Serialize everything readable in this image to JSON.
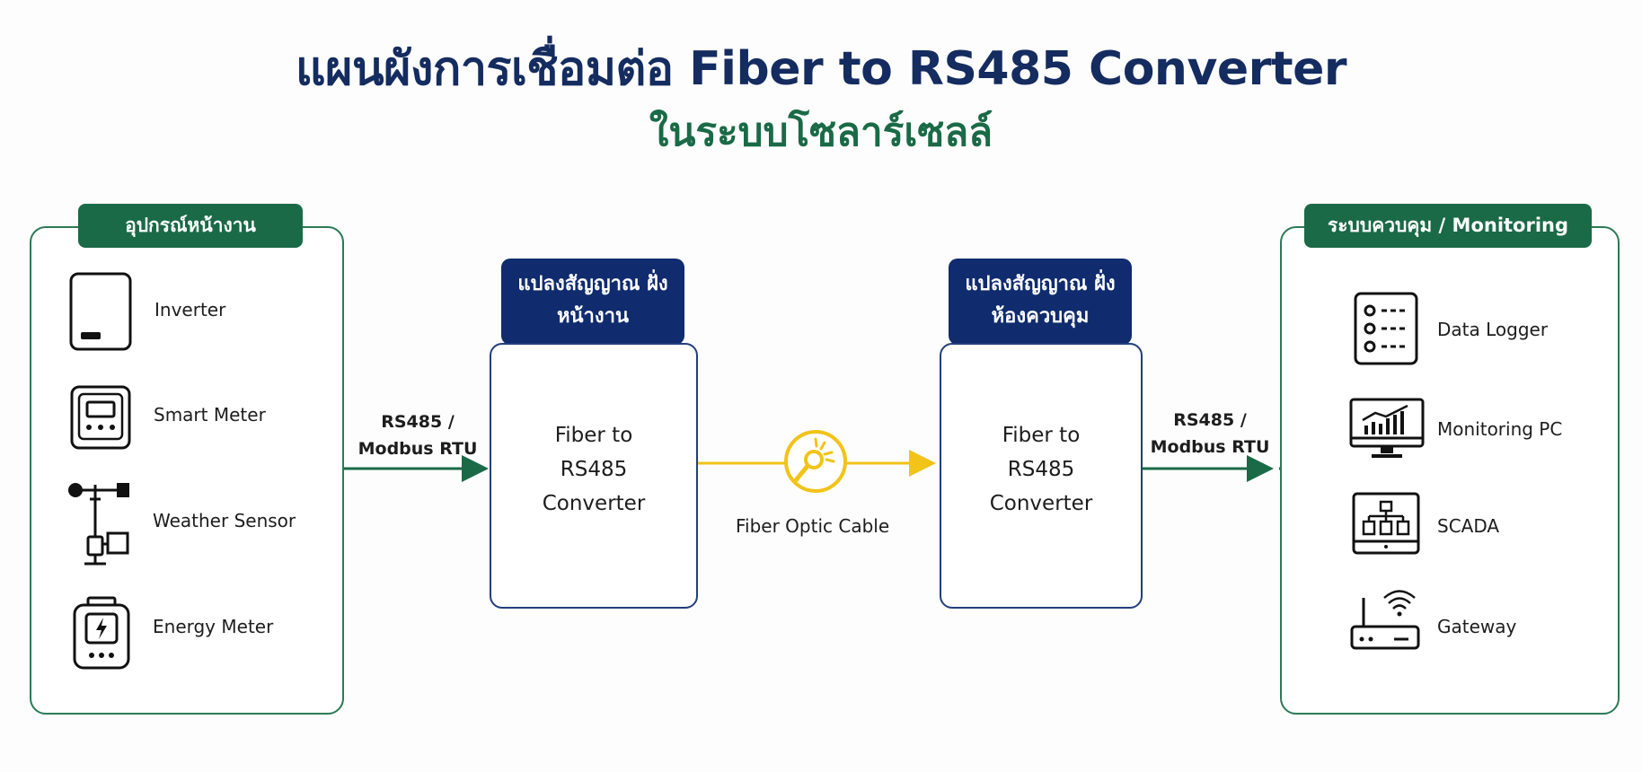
{
  "title": "แผนผังการเชื่อมต่อ Fiber to RS485 Converter",
  "subtitle": "ในระบบโซลาร์เซลล์",
  "left_panel": {
    "header": "อุปกรณ์หน้างาน",
    "items": [
      {
        "label": "Inverter",
        "icon": "inverter-icon"
      },
      {
        "label": "Smart Meter",
        "icon": "smart-meter-icon"
      },
      {
        "label": "Weather Sensor",
        "icon": "weather-sensor-icon"
      },
      {
        "label": "Energy Meter",
        "icon": "energy-meter-icon"
      }
    ]
  },
  "left_link_label": "RS485 /\nModbus RTU",
  "converter_left": {
    "header": "แปลงสัญญาณ\nฝั่งหน้างาน",
    "label": "Fiber to\nRS485\nConverter"
  },
  "cable_label": "Fiber Optic Cable",
  "converter_right": {
    "header": "แปลงสัญญาณ\nฝั่งห้องควบคุม",
    "label": "Fiber to\nRS485\nConverter"
  },
  "right_link_label": "RS485 /\nModbus RTU",
  "right_panel": {
    "header": "ระบบควบคุม / Monitoring",
    "items": [
      {
        "label": "Data Logger",
        "icon": "data-logger-icon"
      },
      {
        "label": "Monitoring PC",
        "icon": "monitoring-pc-icon"
      },
      {
        "label": "SCADA",
        "icon": "scada-icon"
      },
      {
        "label": "Gateway",
        "icon": "gateway-icon"
      }
    ]
  },
  "colors": {
    "title": "#142c5f",
    "subtitle": "#1a6a47",
    "green": "#1a6a47",
    "navy": "#102c6e",
    "fiber": "#f2c318"
  }
}
